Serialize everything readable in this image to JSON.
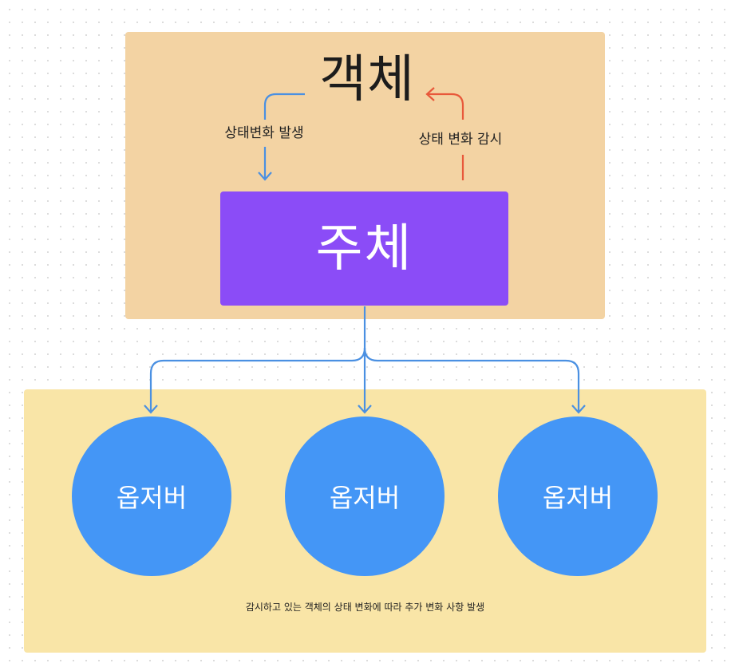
{
  "object": {
    "title": "객체"
  },
  "labels": {
    "state_change_occurs": "상태변화 발생",
    "watch_state_change": "상태 변화 감시"
  },
  "subject": {
    "label": "주체"
  },
  "observers": [
    {
      "label": "옵저버"
    },
    {
      "label": "옵저버"
    },
    {
      "label": "옵저버"
    }
  ],
  "caption": "감시하고 있는 객체의 상태 변화에 따라 추가 변화 사항 발생",
  "colors": {
    "top_panel": "#f3d3a3",
    "bottom_panel": "#f9e5a7",
    "subject": "#8b4cf7",
    "observer": "#4496f6",
    "arrow_blue": "#4a90e2",
    "arrow_red": "#e8583a"
  }
}
